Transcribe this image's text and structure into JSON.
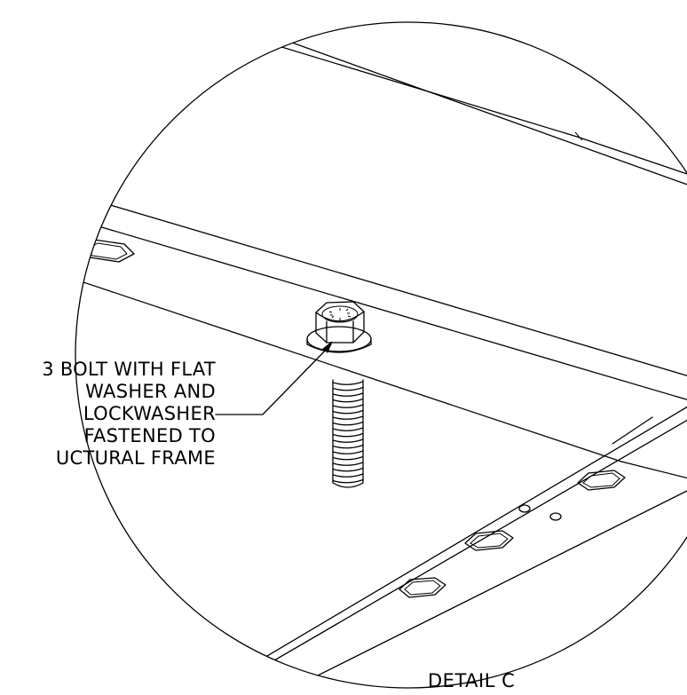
{
  "callout": {
    "lines": [
      "3 BOLT WITH FLAT",
      "WASHER AND",
      "LOCKWASHER",
      "FASTENED TO",
      "UCTURAL FRAME"
    ]
  },
  "detail_label": "DETAIL C",
  "colors": {
    "line": "#000000",
    "background": "#ffffff"
  }
}
